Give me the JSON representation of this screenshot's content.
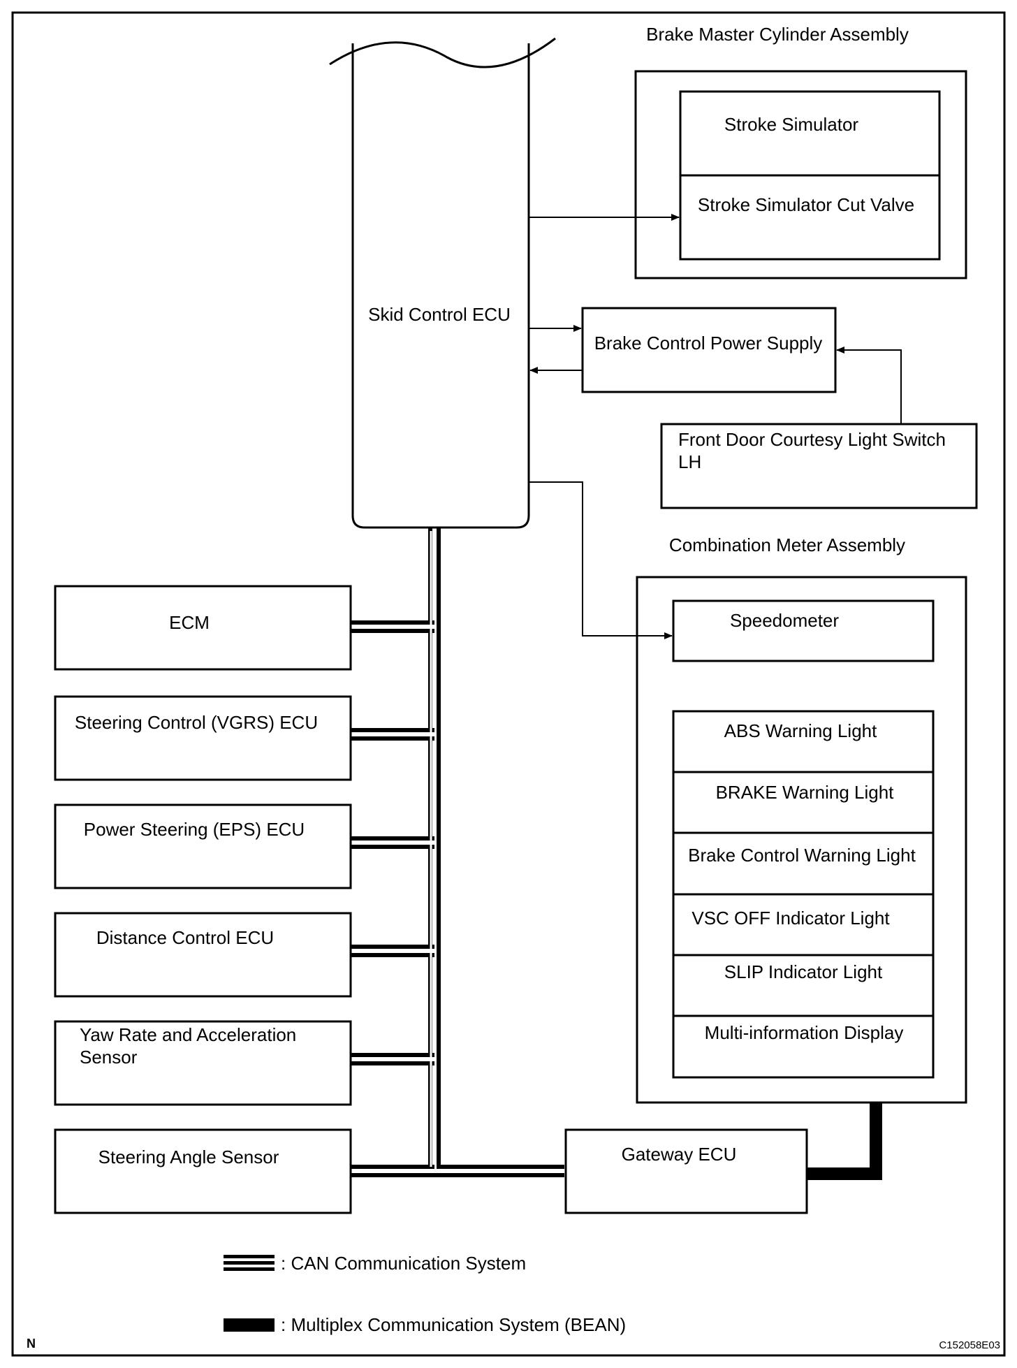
{
  "skid_ecu": {
    "label": "Skid Control ECU"
  },
  "brake_master": {
    "title": "Brake Master Cylinder Assembly",
    "stroke_simulator": "Stroke Simulator",
    "cut_valve": "Stroke Simulator Cut Valve"
  },
  "power_supply": {
    "label": "Brake Control Power Supply"
  },
  "door_switch": {
    "line1": "Front Door Courtesy Light Switch",
    "line2": "LH"
  },
  "combination_meter": {
    "title": "Combination Meter Assembly",
    "speedometer": "Speedometer",
    "lights": [
      "ABS Warning Light",
      "BRAKE Warning Light",
      "Brake Control Warning Light",
      "VSC OFF Indicator Light",
      "SLIP Indicator Light",
      "Multi-information Display"
    ]
  },
  "left_ecus": {
    "ecm": "ECM",
    "vgrs": "Steering Control (VGRS) ECU",
    "eps": "Power Steering (EPS) ECU",
    "distance": "Distance Control ECU",
    "yaw_line1": "Yaw Rate and Acceleration",
    "yaw_line2": "Sensor",
    "steering_angle": "Steering Angle Sensor"
  },
  "gateway": {
    "label": "Gateway ECU"
  },
  "legend": {
    "can": ": CAN Communication System",
    "bean": ": Multiplex Communication System (BEAN)"
  },
  "footer": {
    "left_mark": "N",
    "figure_code": "C152058E03"
  }
}
